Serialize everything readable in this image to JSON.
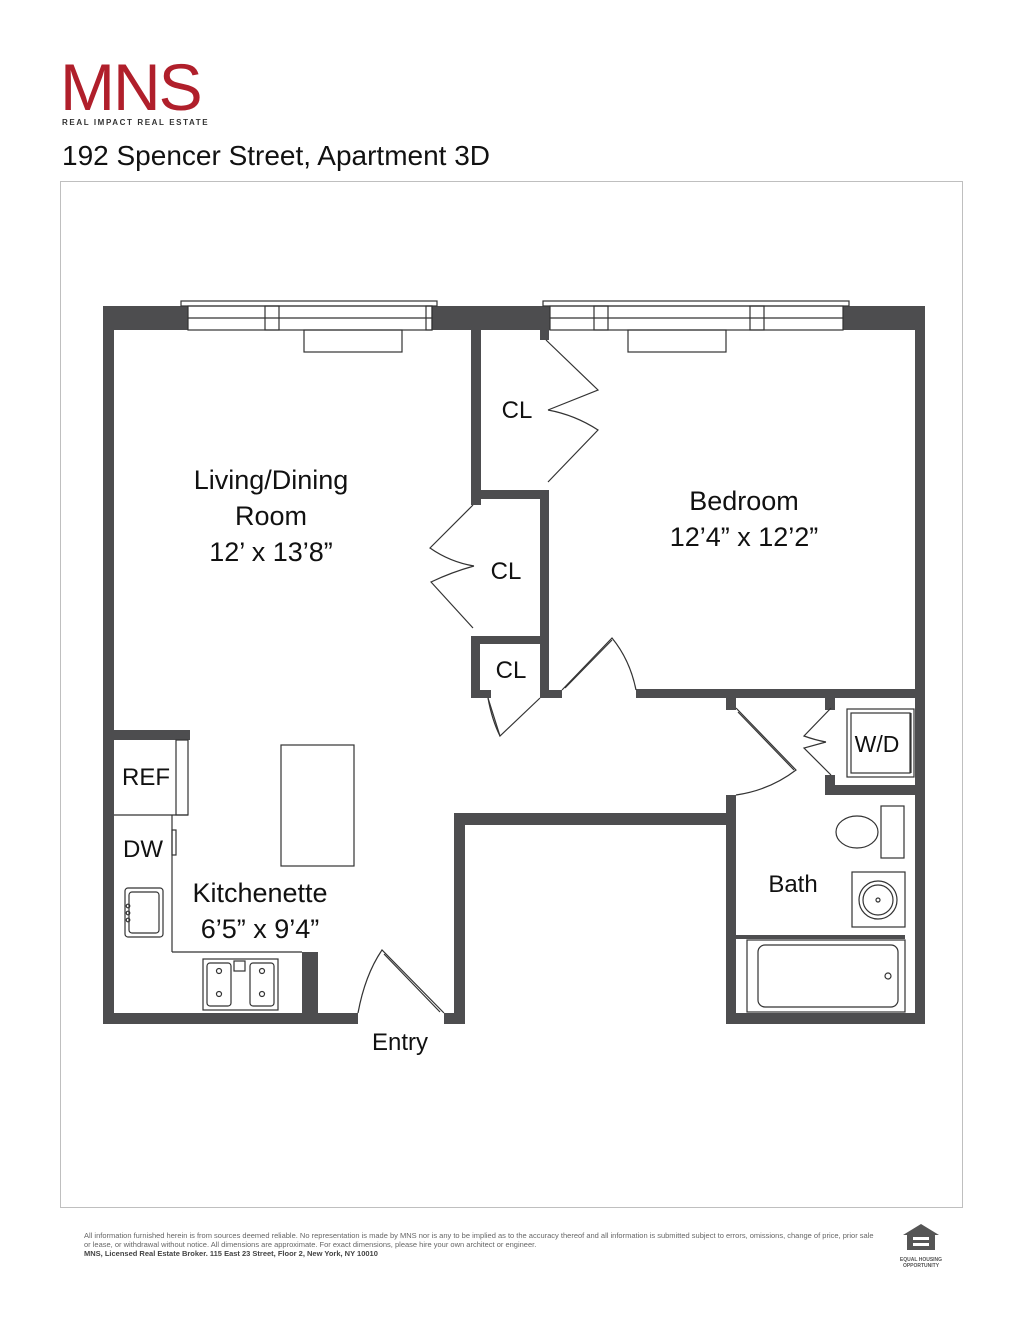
{
  "brand": {
    "name": "MNS",
    "tagline": "REAL IMPACT REAL ESTATE",
    "color": "#b01f2b"
  },
  "address": "192 Spencer Street, Apartment 3D",
  "rooms": {
    "living_name": "Living/Dining",
    "living_name2": "Room",
    "living_dims": "12’ x 13’8”",
    "bedroom_name": "Bedroom",
    "bedroom_dims": "12’4” x 12’2”",
    "kitchen_name": "Kitchenette",
    "kitchen_dims": "6’5” x 9’4”",
    "bath": "Bath",
    "closet_1": "CL",
    "closet_2": "CL",
    "closet_3": "CL",
    "washer_dryer": "W/D",
    "refrigerator": "REF",
    "dishwasher": "DW",
    "entry": "Entry"
  },
  "colors": {
    "wall": "#4d4d4f",
    "line": "#333333"
  },
  "footer": {
    "disclaimer": "All information furnished herein is from sources deemed reliable. No representation is made by MNS nor is any to be implied as to the accuracy thereof and all information is submitted subject to errors, omissions, change of price, prior sale or lease, or withdrawal without notice. All dimensions are approximate. For exact dimensions, please hire your own architect or engineer.",
    "broker": "MNS, Licensed Real Estate Broker. 115 East 23 Street, Floor 2, New York, NY 10010",
    "eho_label": "EQUAL HOUSING OPPORTUNITY",
    "eho_icon": "equal-housing-icon"
  }
}
